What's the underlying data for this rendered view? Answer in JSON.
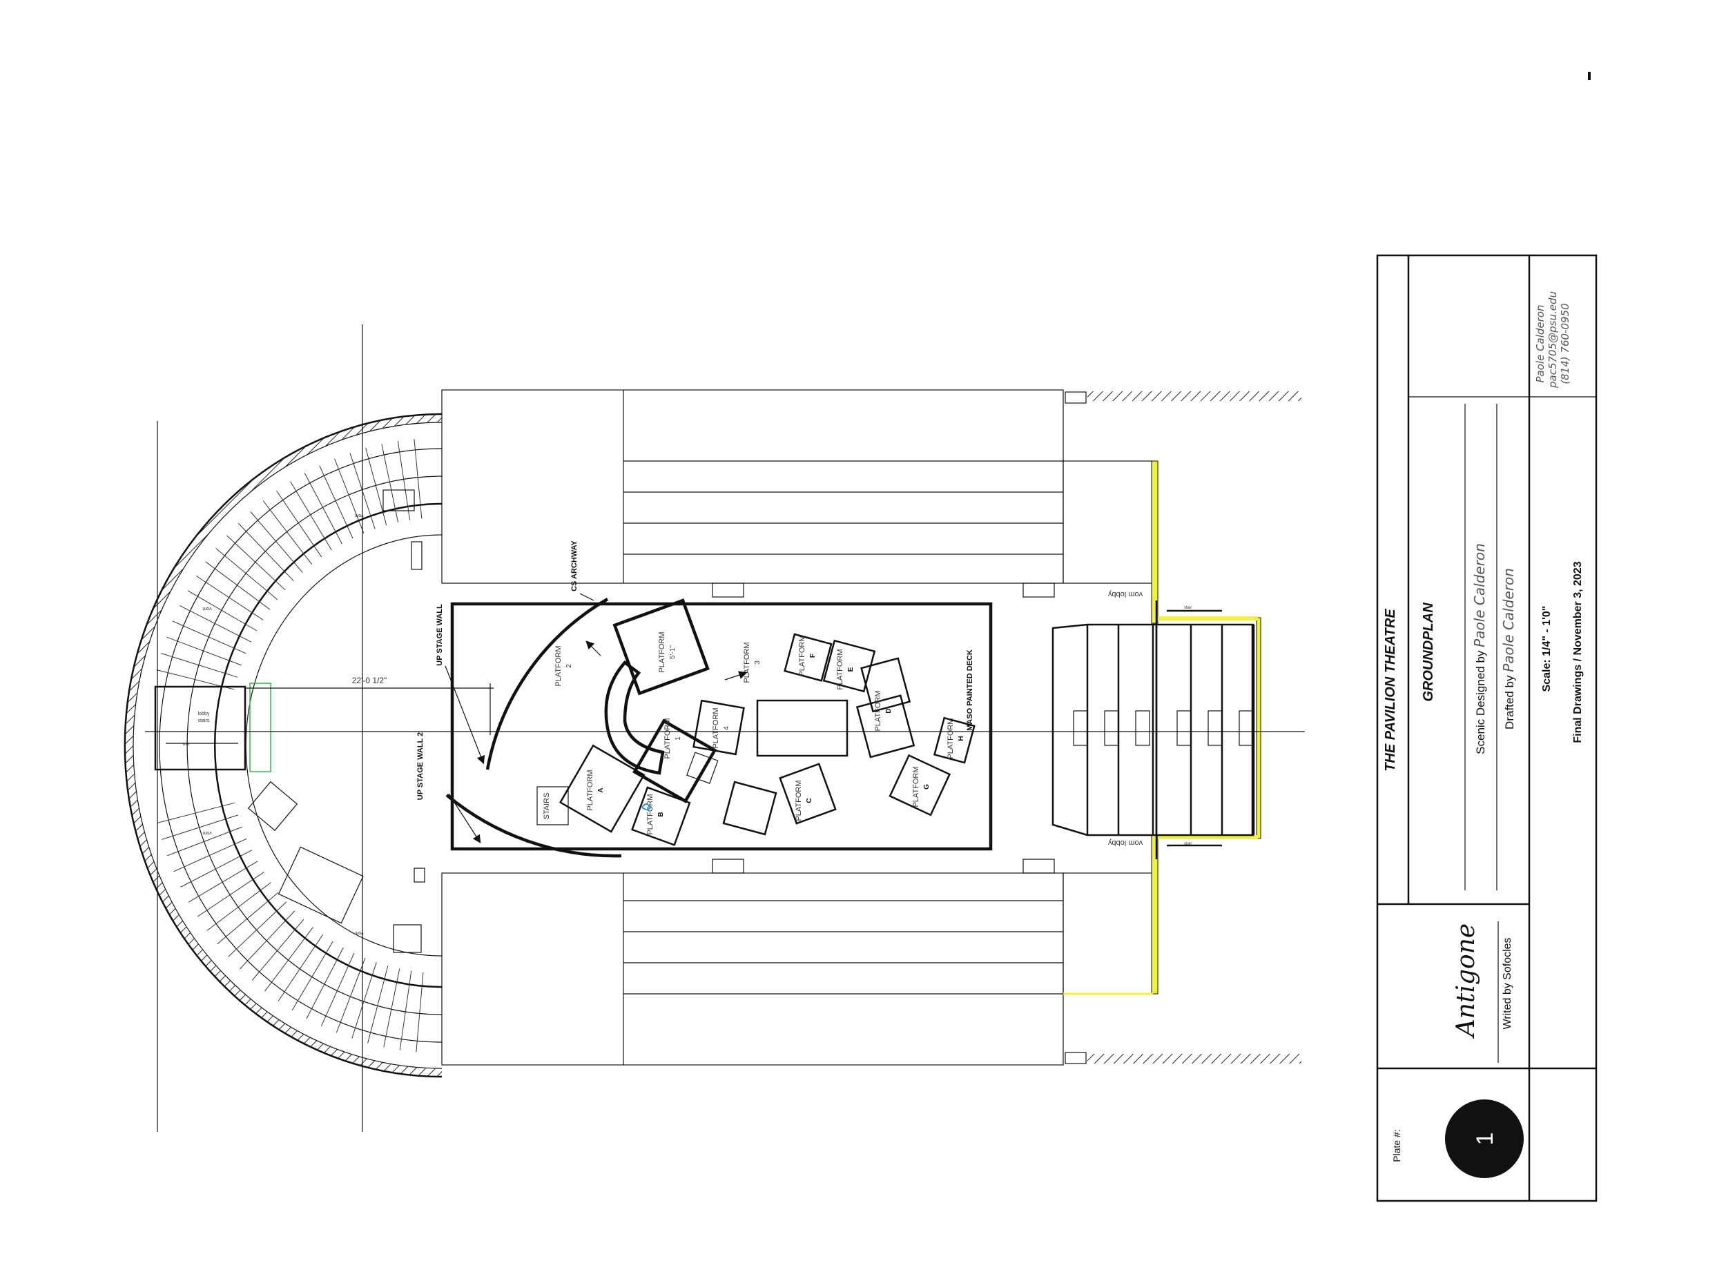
{
  "drawing": {
    "dimension": "22'-0 1/2\"",
    "archway": "CS ARCHWAY",
    "up_stage_wall": "UP STAGE WALL",
    "up_stage_wall_2": "UP STAGE WALL 2",
    "deck": "MASO PAINTED DECK",
    "vom_lobby_top": "vom lobby",
    "vom_lobby_bottom": "vom lobby",
    "platforms": [
      {
        "label": "PLATFORM",
        "id": "1"
      },
      {
        "label": "PLATFORM",
        "id": "2"
      },
      {
        "label": "PLATFORM",
        "id": "3"
      },
      {
        "label": "PLATFORM",
        "id": "4"
      },
      {
        "label": "PLATFORM",
        "id": "5'-1\""
      },
      {
        "label": "PLATFORM",
        "id": "A"
      },
      {
        "label": "PLATFORM",
        "id": "B"
      },
      {
        "label": "PLATFORM",
        "id": "C"
      },
      {
        "label": "PLATFORM",
        "id": "D"
      },
      {
        "label": "PLATFORM",
        "id": "E"
      },
      {
        "label": "PLATFORM",
        "id": "F"
      },
      {
        "label": "PLATFORM",
        "id": "G"
      },
      {
        "label": "PLATFORM",
        "id": "H"
      }
    ],
    "stairs": "STAIRS"
  },
  "title_block": {
    "theatre": "THE PAVILION THEATRE",
    "sheet": "GROUNDPLAN",
    "scenic_prefix": "Scenic Designed by",
    "scenic_name": "Paole Calderon",
    "drafted_prefix": "Drafted by",
    "drafted_name": "Paole Calderon",
    "scale": "Scale: 1/4\" - 1'0\"",
    "status": "Final Drawings / November 3, 2023",
    "contact_name": "Paole Calderon",
    "contact_email": "pac5705@psu.edu",
    "contact_phone": "(814) 760-0950",
    "play": "Antigone",
    "author": "Writed by Sofocles",
    "plate_label": "Plate #:",
    "plate_number": "1"
  },
  "colors": {
    "highlight_yellow": "#f2f23a",
    "green_box": "#3bb34a",
    "orange_text": "#e8962a",
    "blue_mark": "#2b8fd6"
  }
}
